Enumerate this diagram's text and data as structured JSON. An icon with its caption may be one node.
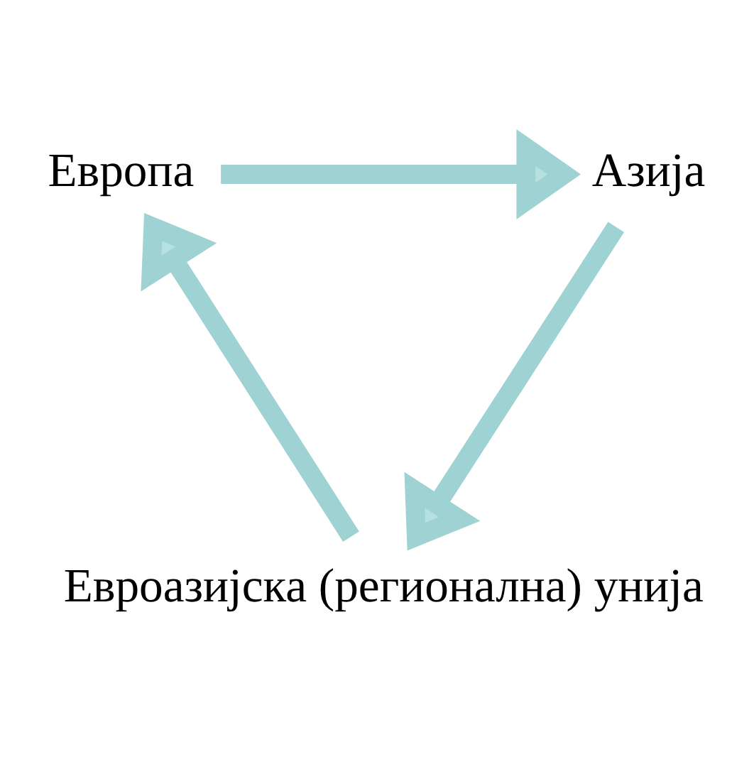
{
  "diagram": {
    "nodes": [
      {
        "text": [
          "Европа"
        ]
      },
      {
        "text": [
          "Азија"
        ]
      },
      {
        "text": [
          "Евроазијска (регионална) унија"
        ]
      }
    ],
    "edges": [
      {
        "from": 0,
        "to": 1,
        "arrow": "to"
      },
      {
        "from": 1,
        "to": 2,
        "arrow": "to"
      },
      {
        "from": 2,
        "to": 0,
        "arrow": "to"
      }
    ]
  }
}
